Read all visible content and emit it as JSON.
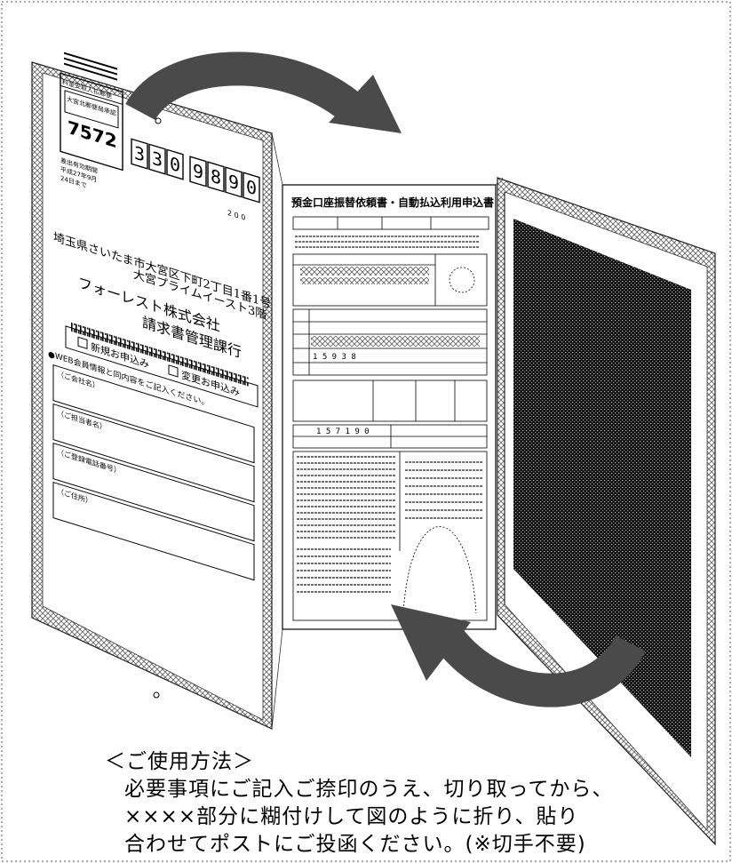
{
  "envelope": {
    "postal_code_digits": [
      "3",
      "3",
      "0",
      "9",
      "8",
      "9",
      "0"
    ],
    "postal_code_suffix": "2 0 0",
    "stamp_box": {
      "line1": "料金受取人払郵便",
      "line2": "大宮北郵便局承認",
      "number": "7572",
      "validity1": "差出有効期間",
      "validity2": "平成27年9月",
      "validity3": "24日まで"
    },
    "address": {
      "line1": "埼玉県さいたま市大宮区下町2丁目1番1号",
      "line2": "大宮プライムイースト3階",
      "company": "フォーレスト株式会社",
      "department": "請求書管理課行"
    },
    "checkbox_new": "新規お申込み",
    "checkbox_change": "変更お申込み",
    "note": "●WEB会員情報と同内容をご記入ください。",
    "fields": [
      "（ご会社名）",
      "（ご担当者名）",
      "（ご登録電話番号）",
      "（ご住所）"
    ]
  },
  "form": {
    "title": "預金口座振替依頼書・自動払込利用申込書",
    "number1": "1 5 7 1 9 0",
    "number2": "1 5 9 3 8"
  },
  "instructions": {
    "heading": "＜ご使用方法＞",
    "line1": "必要事項にご記入ご捺印のうえ、切り取ってから、",
    "line2": "××××部分に糊付けして図のように折り、貼り",
    "line3": "合わせてポストにご投函ください。(※切手不要)"
  },
  "colors": {
    "arrow": "#4a4a4a",
    "dark_panel": "#222222",
    "hatch": "#777777"
  }
}
